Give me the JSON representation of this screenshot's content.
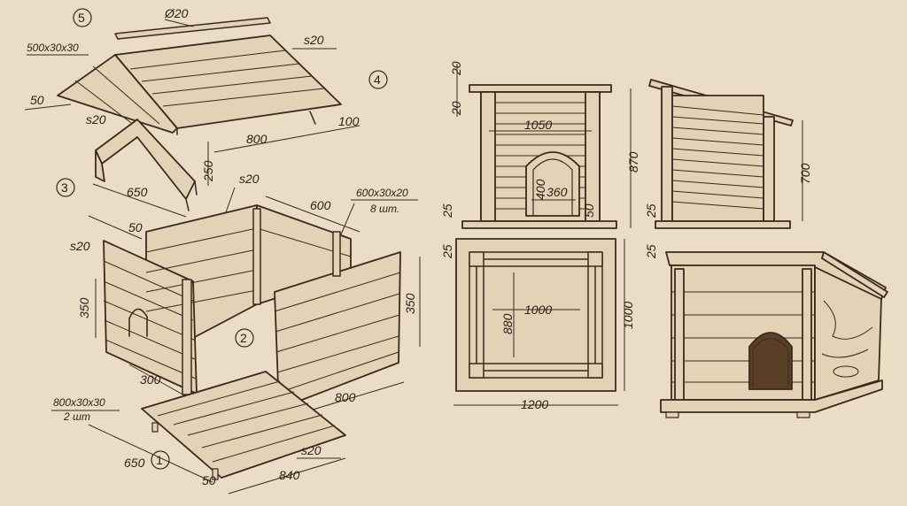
{
  "paper_color": "#eadcc5",
  "ink_color": "#3a2a1d",
  "steps": [
    "1",
    "2",
    "3",
    "4",
    "5"
  ],
  "exploded_view": {
    "ridge_bar": {
      "diameter": "Ø20"
    },
    "roof": {
      "beam": "500x30x30",
      "thickness": "s20",
      "overhang": "50",
      "length": "800",
      "eave": "100"
    },
    "gable_frame": {
      "thickness": "s20",
      "height": "250",
      "width": "650"
    },
    "walls": {
      "posts": "600x30x20",
      "posts_count": "8 шт.",
      "thickness_top": "s20",
      "depth": "600",
      "offset": "50",
      "front_thickness": "s20",
      "height_left": "350",
      "height_right": "350",
      "door_width": "300",
      "side_length": "800"
    },
    "floor": {
      "beams": "800x30x30",
      "beams_count": "2 шт",
      "thickness": "s20",
      "width": "650",
      "length": "840",
      "offset": "50"
    }
  },
  "front_view": {
    "roof_board": "20",
    "top_board": "20",
    "width": "1050",
    "door_height": "400",
    "door_width": "360",
    "door_sill": "50",
    "base_left": "25",
    "base_right": "25",
    "height": "870",
    "base": "25"
  },
  "side_view": {
    "height": "700",
    "base": "25"
  },
  "plan_view": {
    "inner": "1000",
    "depth": "880",
    "length": "1000",
    "overall": "1200",
    "base": "25"
  }
}
